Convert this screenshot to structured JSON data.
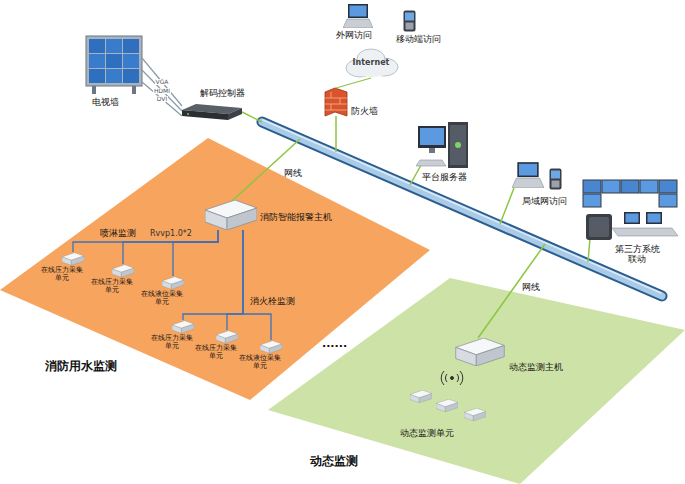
{
  "diagram": {
    "nodes": [
      {
        "text": [
          "电视墙"
        ]
      },
      {
        "text": [
          "解码控制器"
        ]
      },
      {
        "text": [
          "Internet"
        ]
      },
      {
        "text": [
          "外网访问"
        ]
      },
      {
        "text": [
          "移动端访问"
        ]
      },
      {
        "text": [
          "防火墙"
        ]
      },
      {
        "text": [
          "平台服务器"
        ]
      },
      {
        "text": [
          "局域网访问"
        ]
      },
      {
        "text": [
          "第三方系统 联动"
        ]
      },
      {
        "text": [
          "消防用水监测"
        ]
      },
      {
        "text": [
          "消防智能报警主机"
        ],
        "in": 9
      },
      {
        "text": [
          "在线压力采集 单元"
        ],
        "in": 9
      },
      {
        "text": [
          "在线压力采集 单元"
        ],
        "in": 9
      },
      {
        "text": [
          "在线液位采集 单元"
        ],
        "in": 9
      },
      {
        "text": [
          "在线压力采集 单元"
        ],
        "in": 9
      },
      {
        "text": [
          "在线压力采集 单元"
        ],
        "in": 9
      },
      {
        "text": [
          "在线液位采集 单元"
        ],
        "in": 9
      },
      {
        "text": [
          "动态监测"
        ]
      },
      {
        "text": [
          "动态监测主机"
        ],
        "in": 17
      },
      {
        "text": [
          "动态监测单元"
        ],
        "in": 17
      }
    ],
    "edges": [
      {
        "from": 1,
        "to": 0,
        "label": "VGA",
        "arrow": "none"
      },
      {
        "from": 1,
        "to": 0,
        "label": "HDMI",
        "arrow": "none"
      },
      {
        "from": 1,
        "to": 0,
        "label": "DVI",
        "arrow": "none"
      },
      {
        "from": 5,
        "to": 2,
        "arrow": "none"
      },
      {
        "from": 11,
        "to": 10,
        "arrow": "none"
      },
      {
        "from": 12,
        "to": 10,
        "arrow": "none"
      },
      {
        "from": 13,
        "to": 10,
        "arrow": "none"
      },
      {
        "from": 14,
        "to": 10,
        "arrow": "none"
      },
      {
        "from": 15,
        "to": 10,
        "arrow": "none"
      },
      {
        "from": 16,
        "to": 10,
        "arrow": "none"
      }
    ],
    "labels": [
      "网线",
      "喷淋监测",
      "Rvvp1.0*2",
      "消火栓监测",
      "......",
      "网线"
    ]
  }
}
